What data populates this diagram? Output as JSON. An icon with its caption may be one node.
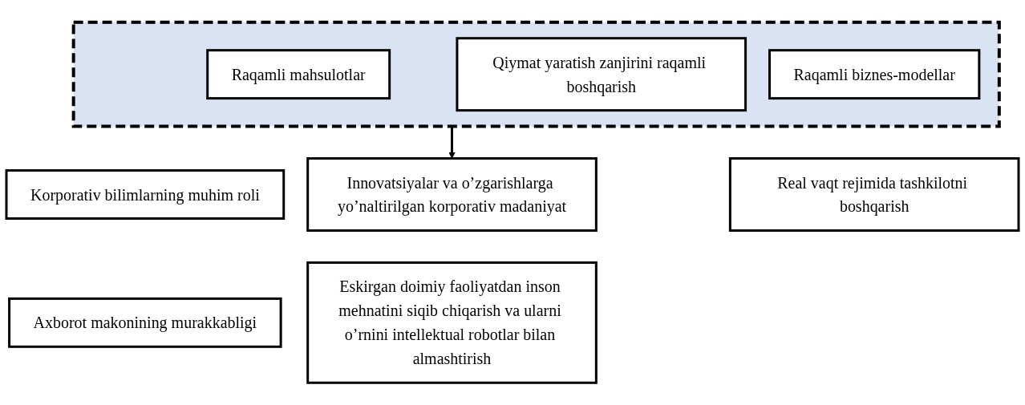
{
  "diagram": {
    "nodes": [
      {
        "text": [],
        "shape": "box"
      },
      {
        "text": [
          "Raqamli mahsulotlar"
        ],
        "in": 0
      },
      {
        "text": [
          "Qiymat yaratish zanjirini raqamli boshqarish"
        ],
        "in": 0
      },
      {
        "text": [
          "Raqamli biznes-modellar"
        ],
        "in": 0
      },
      {
        "text": [
          "Korporativ bilimlarning muhim roli"
        ]
      },
      {
        "text": [
          "Innovatsiyalar va o’zgarishlarga yo’naltirilgan korporativ madaniyat"
        ]
      },
      {
        "text": [
          "Real vaqt rejimida tashkilotni boshqarish"
        ]
      },
      {
        "text": [
          "Axborot makonining murakkabligi"
        ]
      },
      {
        "text": [
          "Eskirgan doimiy faoliyatdan inson mehnatini siqib chiqarish va ularni o’rnini intellektual robotlar bilan almashtirish"
        ]
      }
    ],
    "edges": [
      {
        "from": 0,
        "to": 5,
        "arrow": "to"
      }
    ]
  }
}
